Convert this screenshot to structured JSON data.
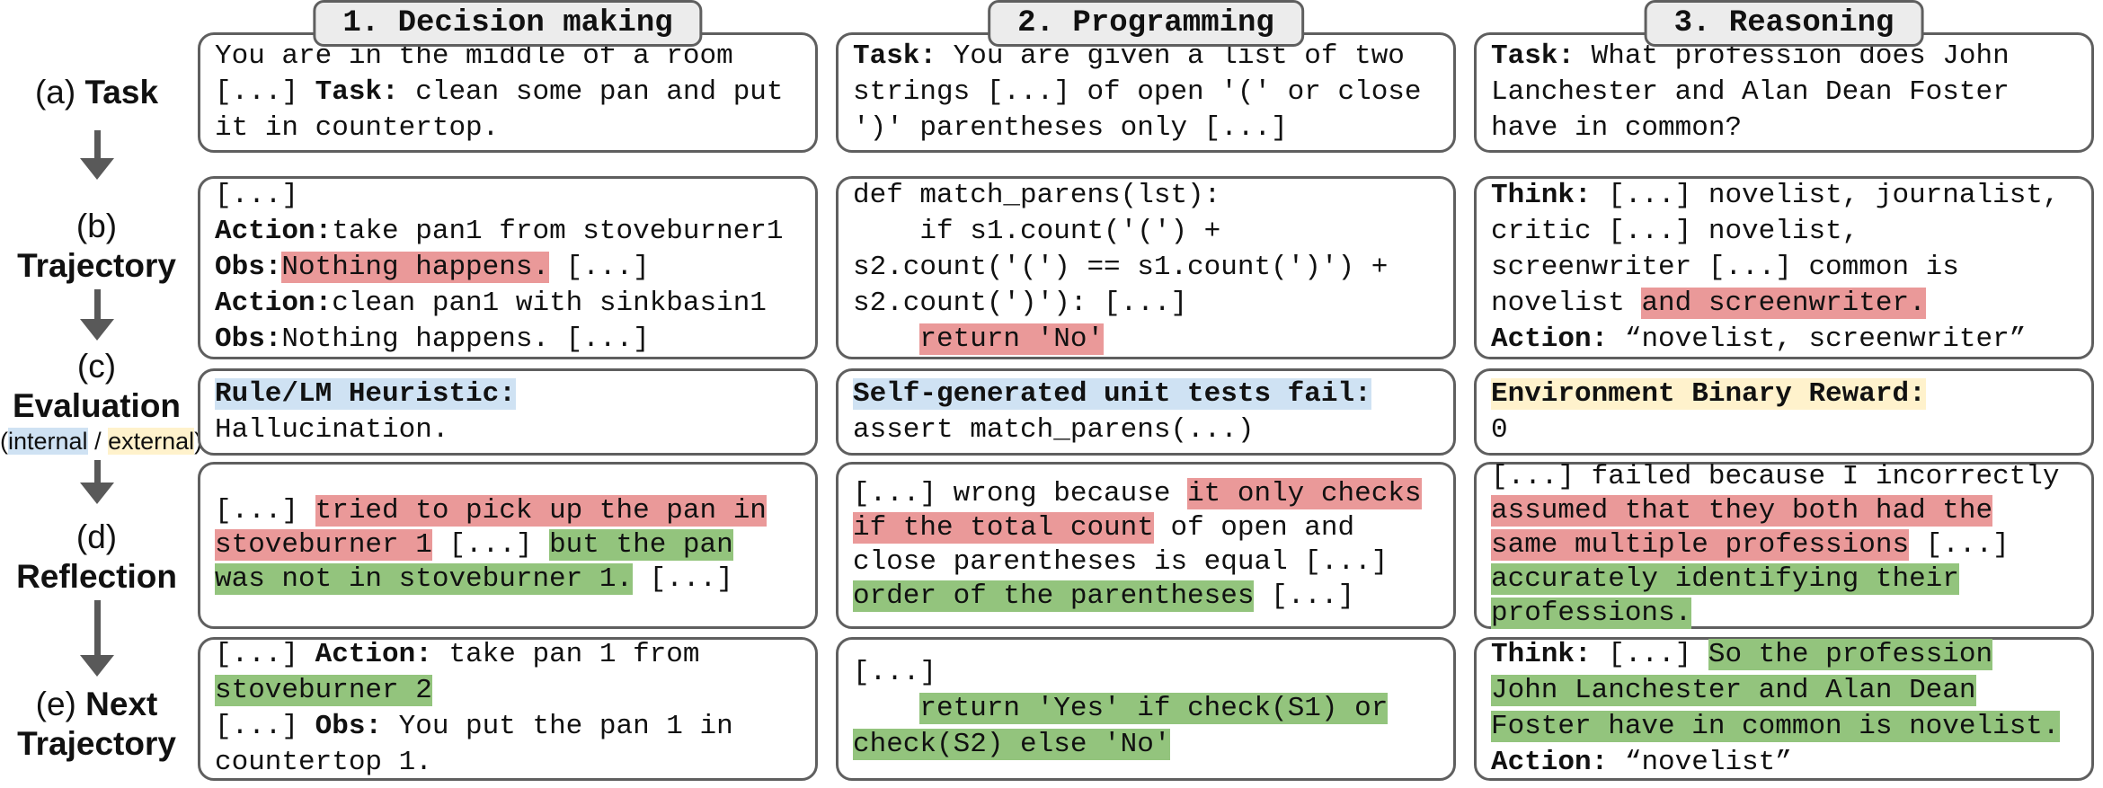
{
  "colors": {
    "red": "#ea9999",
    "green": "#93c47d",
    "blue": "#cfe2f3",
    "yellow": "#fff2cc",
    "border": "#5f5f5f",
    "header_bg": "#ececec",
    "arrow": "#595959"
  },
  "rail": {
    "stages": [
      {
        "key": "a",
        "lines": [
          {
            "segs": [
              {
                "t": "(a) "
              },
              {
                "t": "Task",
                "b": true
              }
            ]
          }
        ]
      },
      {
        "key": "b",
        "lines": [
          {
            "segs": [
              {
                "t": "(b)"
              }
            ]
          },
          {
            "segs": [
              {
                "t": "Trajectory",
                "b": true
              }
            ]
          }
        ]
      },
      {
        "key": "c",
        "lines": [
          {
            "segs": [
              {
                "t": "(c)"
              }
            ]
          },
          {
            "segs": [
              {
                "t": "Evaluation",
                "b": true
              }
            ]
          },
          {
            "small": true,
            "segs": [
              {
                "t": "("
              },
              {
                "t": "internal",
                "hl": "blue"
              },
              {
                "t": " / "
              },
              {
                "t": "external",
                "hl": "yellow"
              },
              {
                "t": ")"
              }
            ]
          }
        ]
      },
      {
        "key": "d",
        "lines": [
          {
            "segs": [
              {
                "t": "(d)"
              }
            ]
          },
          {
            "segs": [
              {
                "t": "Reflection",
                "b": true
              }
            ]
          }
        ]
      },
      {
        "key": "e",
        "lines": [
          {
            "segs": [
              {
                "t": "(e) "
              },
              {
                "t": "Next",
                "b": true
              }
            ]
          },
          {
            "segs": [
              {
                "t": "Trajectory",
                "b": true
              }
            ]
          }
        ]
      }
    ]
  },
  "columns": [
    {
      "id": "decision-making",
      "header": "1. Decision making",
      "boxes": [
        {
          "row": "task",
          "lines": [
            {
              "segs": [
                {
                  "t": "You are in the middle of a room"
                }
              ]
            },
            {
              "segs": [
                {
                  "t": "[...] "
                },
                {
                  "t": "Task:",
                  "b": true
                },
                {
                  "t": " clean some pan and put"
                }
              ]
            },
            {
              "segs": [
                {
                  "t": "it in countertop."
                }
              ]
            }
          ]
        },
        {
          "row": "trajectory",
          "lines": [
            {
              "segs": [
                {
                  "t": "[...]"
                }
              ]
            },
            {
              "segs": [
                {
                  "t": "Action:",
                  "b": true
                },
                {
                  "t": "take pan1 from stoveburner1"
                }
              ]
            },
            {
              "segs": [
                {
                  "t": "Obs:",
                  "b": true
                },
                {
                  "t": "Nothing happens.",
                  "hl": "red"
                },
                {
                  "t": " [...]"
                }
              ]
            },
            {
              "segs": [
                {
                  "t": "Action:",
                  "b": true
                },
                {
                  "t": "clean pan1 with sinkbasin1"
                }
              ]
            },
            {
              "segs": [
                {
                  "t": "Obs:",
                  "b": true
                },
                {
                  "t": "Nothing happens. [...]"
                }
              ]
            }
          ]
        },
        {
          "row": "evaluation",
          "lines": [
            {
              "segs": [
                {
                  "t": "Rule/LM Heuristic:",
                  "b": true,
                  "hl": "blue"
                }
              ]
            },
            {
              "segs": [
                {
                  "t": "Hallucination."
                }
              ]
            }
          ]
        },
        {
          "row": "reflection",
          "lines": [
            {
              "segs": [
                {
                  "t": "[...] "
                },
                {
                  "t": "tried to pick up the pan in",
                  "hl": "red"
                }
              ]
            },
            {
              "segs": [
                {
                  "t": "stoveburner 1",
                  "hl": "red"
                },
                {
                  "t": " [...] "
                },
                {
                  "t": "but the pan",
                  "hl": "green"
                }
              ]
            },
            {
              "segs": [
                {
                  "t": "was not in stoveburner 1.",
                  "hl": "green"
                },
                {
                  "t": " [...]"
                }
              ]
            }
          ]
        },
        {
          "row": "next",
          "lines": [
            {
              "segs": [
                {
                  "t": "[...] "
                },
                {
                  "t": "Action:",
                  "b": true
                },
                {
                  "t": " take pan 1 from"
                }
              ]
            },
            {
              "segs": [
                {
                  "t": "stoveburner 2",
                  "hl": "green"
                }
              ]
            },
            {
              "segs": [
                {
                  "t": "[...] "
                },
                {
                  "t": "Obs:",
                  "b": true
                },
                {
                  "t": " You put the pan 1 in"
                }
              ]
            },
            {
              "segs": [
                {
                  "t": "countertop 1."
                }
              ]
            }
          ]
        }
      ]
    },
    {
      "id": "programming",
      "header": "2. Programming",
      "boxes": [
        {
          "row": "task",
          "lines": [
            {
              "segs": [
                {
                  "t": "Task:",
                  "b": true
                },
                {
                  "t": " You are given a list of two"
                }
              ]
            },
            {
              "segs": [
                {
                  "t": "strings [...] of open '(' or close"
                }
              ]
            },
            {
              "segs": [
                {
                  "t": "')' parentheses only [...]"
                }
              ]
            }
          ]
        },
        {
          "row": "trajectory",
          "lines": [
            {
              "segs": [
                {
                  "t": "def match_parens(lst):"
                }
              ]
            },
            {
              "segs": [
                {
                  "t": "    if s1.count('(') +"
                }
              ]
            },
            {
              "segs": [
                {
                  "t": "s2.count('(') == s1.count(')') +"
                }
              ]
            },
            {
              "segs": [
                {
                  "t": "s2.count(')'): [...]"
                }
              ]
            },
            {
              "segs": [
                {
                  "t": "    "
                },
                {
                  "t": "return 'No'",
                  "hl": "red"
                }
              ]
            }
          ]
        },
        {
          "row": "evaluation",
          "lines": [
            {
              "segs": [
                {
                  "t": "Self-generated unit tests fail:",
                  "b": true,
                  "hl": "blue"
                }
              ]
            },
            {
              "segs": [
                {
                  "t": "assert match_parens(...)"
                }
              ]
            }
          ]
        },
        {
          "row": "reflection",
          "lines": [
            {
              "segs": [
                {
                  "t": "[...] wrong because "
                },
                {
                  "t": "it only checks",
                  "hl": "red"
                }
              ]
            },
            {
              "segs": [
                {
                  "t": "if the total count",
                  "hl": "red"
                },
                {
                  "t": " of open and"
                }
              ]
            },
            {
              "segs": [
                {
                  "t": "close parentheses is equal [...]"
                }
              ]
            },
            {
              "segs": [
                {
                  "t": "order of the parentheses",
                  "hl": "green"
                },
                {
                  "t": " [...]"
                }
              ]
            }
          ]
        },
        {
          "row": "next",
          "lines": [
            {
              "segs": [
                {
                  "t": "[...]"
                }
              ]
            },
            {
              "segs": [
                {
                  "t": "    "
                },
                {
                  "t": "return 'Yes' if check(S1) or",
                  "hl": "green"
                }
              ]
            },
            {
              "segs": [
                {
                  "t": "check(S2) else 'No'",
                  "hl": "green"
                }
              ]
            }
          ]
        }
      ]
    },
    {
      "id": "reasoning",
      "header": "3. Reasoning",
      "boxes": [
        {
          "row": "task",
          "lines": [
            {
              "segs": [
                {
                  "t": "Task:",
                  "b": true
                },
                {
                  "t": " What profession does John"
                }
              ]
            },
            {
              "segs": [
                {
                  "t": "Lanchester and Alan Dean Foster"
                }
              ]
            },
            {
              "segs": [
                {
                  "t": "have in common?"
                }
              ]
            }
          ]
        },
        {
          "row": "trajectory",
          "lines": [
            {
              "segs": [
                {
                  "t": "Think:",
                  "b": true
                },
                {
                  "t": " [...] novelist, journalist,"
                }
              ]
            },
            {
              "segs": [
                {
                  "t": "critic [...] novelist,"
                }
              ]
            },
            {
              "segs": [
                {
                  "t": "screenwriter [...] common is"
                }
              ]
            },
            {
              "segs": [
                {
                  "t": "novelist "
                },
                {
                  "t": "and screenwriter.",
                  "hl": "red"
                }
              ]
            },
            {
              "segs": [
                {
                  "t": "Action:",
                  "b": true
                },
                {
                  "t": " “novelist, screenwriter”"
                }
              ]
            }
          ]
        },
        {
          "row": "evaluation",
          "lines": [
            {
              "segs": [
                {
                  "t": "Environment Binary Reward:",
                  "b": true,
                  "hl": "yellow"
                }
              ]
            },
            {
              "segs": [
                {
                  "t": "0"
                }
              ]
            }
          ]
        },
        {
          "row": "reflection",
          "lines": [
            {
              "segs": [
                {
                  "t": "[...] failed because I incorrectly"
                }
              ]
            },
            {
              "segs": [
                {
                  "t": "assumed that they both had the",
                  "hl": "red"
                }
              ]
            },
            {
              "segs": [
                {
                  "t": "same multiple professions",
                  "hl": "red"
                },
                {
                  "t": " [...]"
                }
              ]
            },
            {
              "segs": [
                {
                  "t": "accurately identifying their",
                  "hl": "green"
                }
              ]
            },
            {
              "segs": [
                {
                  "t": "professions.",
                  "hl": "green"
                }
              ]
            }
          ]
        },
        {
          "row": "next",
          "lines": [
            {
              "segs": [
                {
                  "t": "Think:",
                  "b": true
                },
                {
                  "t": " [...] "
                },
                {
                  "t": "So the profession",
                  "hl": "green"
                }
              ]
            },
            {
              "segs": [
                {
                  "t": "John Lanchester and Alan Dean",
                  "hl": "green"
                }
              ]
            },
            {
              "segs": [
                {
                  "t": "Foster have in common is novelist.",
                  "hl": "green"
                }
              ]
            },
            {
              "segs": [
                {
                  "t": "Action:",
                  "b": true
                },
                {
                  "t": " “novelist”"
                }
              ]
            }
          ]
        }
      ]
    }
  ]
}
